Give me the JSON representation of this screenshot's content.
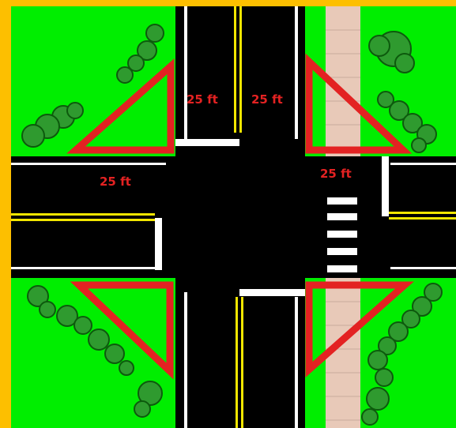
{
  "colors": {
    "frame": "#fdbf00",
    "grass": "#00ee00",
    "asphalt": "#000000",
    "center_line": "#f2e600",
    "white_marking": "#ffffff",
    "sight_triangle": "#e32222",
    "label": "#e32222",
    "sidewalk": "#e8c9b8",
    "shrub": "#2f9a2f",
    "shrub_outline": "#0d5a0d"
  },
  "labels": {
    "north_left": "25 ft",
    "north_right": "25 ft",
    "west": "25 ft",
    "east": "25 ft"
  },
  "icons": [
    "shrub-icon",
    "crosswalk-icon",
    "sight-triangle-icon"
  ]
}
